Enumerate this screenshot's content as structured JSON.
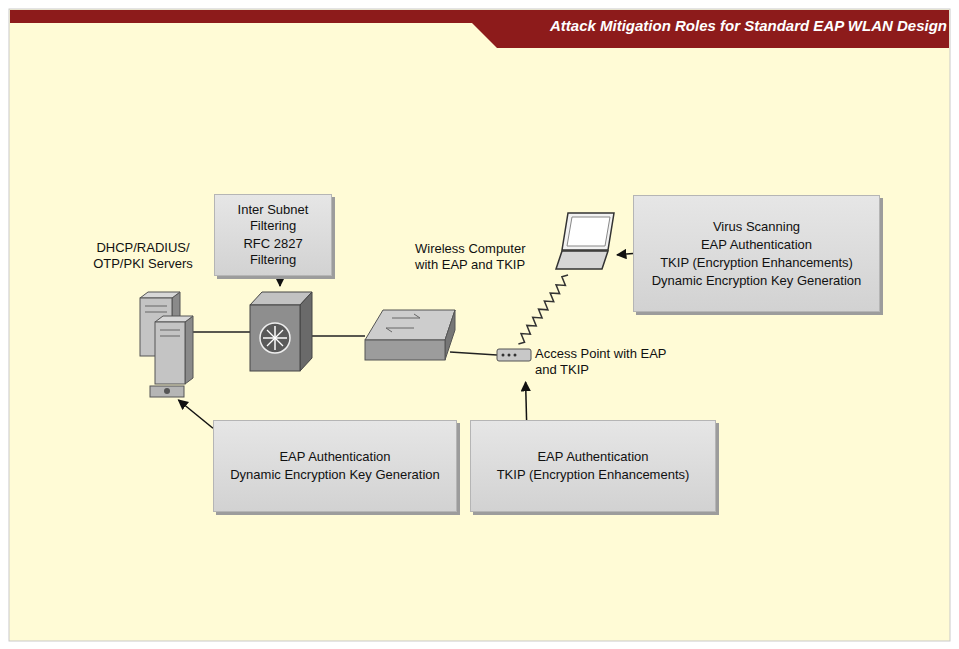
{
  "diagram": {
    "title": "Attack Mitigation Roles for Standard EAP WLAN Design",
    "nodes": [
      {
        "text": [
          "Inter Subnet Filtering",
          "RFC 2827 Filtering"
        ]
      },
      {
        "text": [
          "Virus Scanning",
          "EAP Authentication",
          "TKIP (Encryption Enhancements)",
          "Dynamic Encryption Key Generation"
        ]
      },
      {
        "text": [
          "Wireless Computer with EAP and TKIP"
        ]
      },
      {
        "text": [
          "DHCP/RADIUS/ OTP/PKI Servers"
        ]
      },
      {
        "text": [
          "Access Point with EAP and TKIP"
        ]
      },
      {
        "text": [
          "EAP Authentication",
          "Dynamic Encryption Key Generation"
        ]
      },
      {
        "text": [
          "EAP Authentication",
          "TKIP (Encryption Enhancements)"
        ]
      }
    ],
    "edges": [
      {
        "from": 1,
        "to": 2,
        "arrow": "to"
      },
      {
        "from": 5,
        "to": 3,
        "arrow": "to"
      },
      {
        "from": 6,
        "to": 4,
        "arrow": "to"
      },
      {
        "from": 4,
        "to": 2,
        "arrow": "none"
      }
    ]
  }
}
